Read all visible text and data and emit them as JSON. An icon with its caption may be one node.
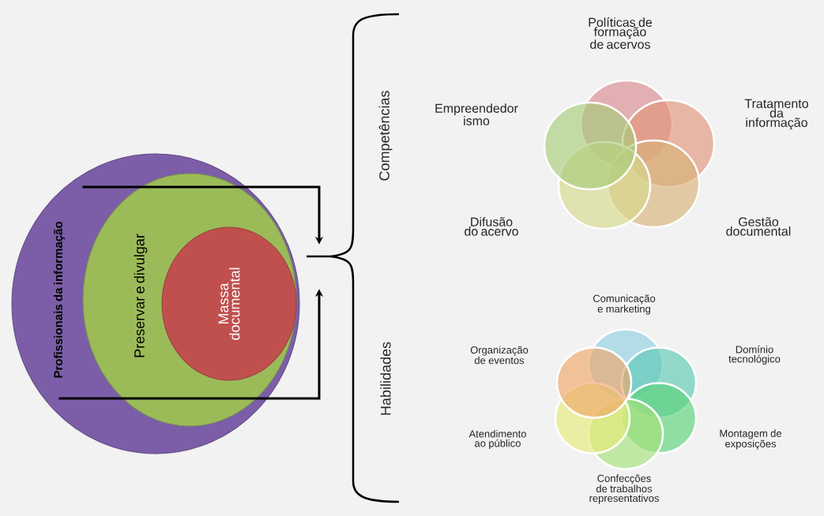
{
  "diagram": {
    "nodes": [
      {
        "text": [
          "Profissionais da informação"
        ]
      },
      {
        "text": [
          "Preservar e divulgar"
        ],
        "in": 0
      },
      {
        "text": [
          "Massa documental"
        ],
        "in": 1
      },
      {
        "text": [],
        "shape": "brace"
      },
      {
        "text": [],
        "shape": "circle",
        "beside": [
          "Políticas de formação de acervos"
        ]
      },
      {
        "text": [],
        "shape": "circle",
        "beside": [
          "Tratamento da informação"
        ]
      },
      {
        "text": [],
        "shape": "circle",
        "beside": [
          "Gestão documental"
        ]
      },
      {
        "text": [],
        "shape": "circle",
        "beside": [
          "Difusão do acervo"
        ]
      },
      {
        "text": [],
        "shape": "circle",
        "beside": [
          "Empreendedor ismo"
        ]
      },
      {
        "text": [],
        "shape": "circle",
        "beside": [
          "Comunicação e marketing"
        ]
      },
      {
        "text": [],
        "shape": "circle",
        "beside": [
          "Domínio tecnológico"
        ]
      },
      {
        "text": [],
        "shape": "circle",
        "beside": [
          "Montagem de exposições"
        ]
      },
      {
        "text": [],
        "shape": "circle",
        "beside": [
          "Confecções de trabalhos representativos"
        ]
      },
      {
        "text": [],
        "shape": "circle",
        "beside": [
          "Atendimento ao público"
        ]
      },
      {
        "text": [],
        "shape": "circle",
        "beside": [
          "Organização de eventos"
        ]
      }
    ],
    "edges": [
      {
        "from": 0,
        "to": 3,
        "arrow": "to"
      },
      {
        "from": 0,
        "to": 3,
        "arrow": "to"
      }
    ],
    "labels": [
      "Competências",
      "Habilidades"
    ]
  }
}
